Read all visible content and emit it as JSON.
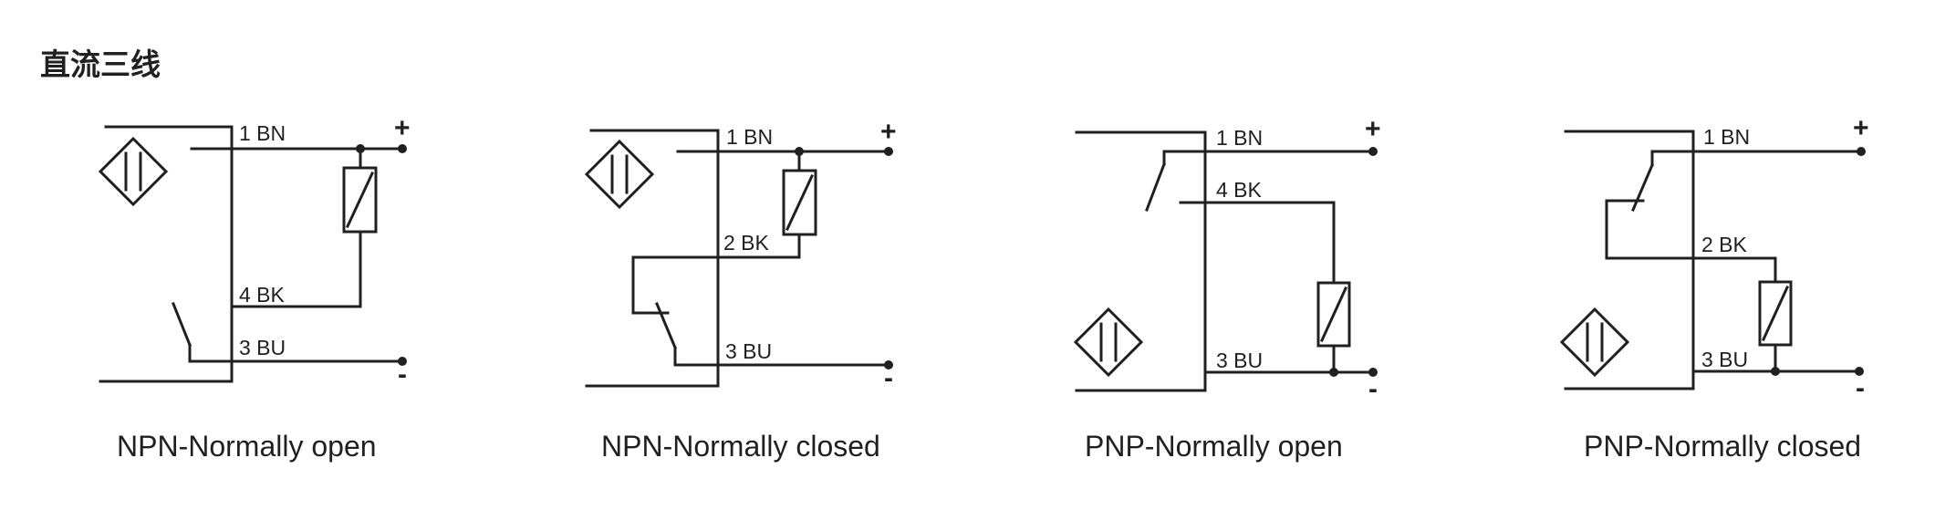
{
  "title": "直流三线",
  "diagrams": [
    {
      "caption": "NPN-Normally open",
      "wires": [
        "1 BN",
        "4 BK",
        "3 BU"
      ],
      "polarity": [
        "+",
        "-"
      ]
    },
    {
      "caption": "NPN-Normally closed",
      "wires": [
        "1 BN",
        "2 BK",
        "3 BU"
      ],
      "polarity": [
        "+",
        "-"
      ]
    },
    {
      "caption": "PNP-Normally open",
      "wires": [
        "1 BN",
        "4 BK",
        "3 BU"
      ],
      "polarity": [
        "+",
        "-"
      ]
    },
    {
      "caption": "PNP-Normally closed",
      "wires": [
        "1 BN",
        "2 BK",
        "3 BU"
      ],
      "polarity": [
        "+",
        "-"
      ]
    }
  ]
}
